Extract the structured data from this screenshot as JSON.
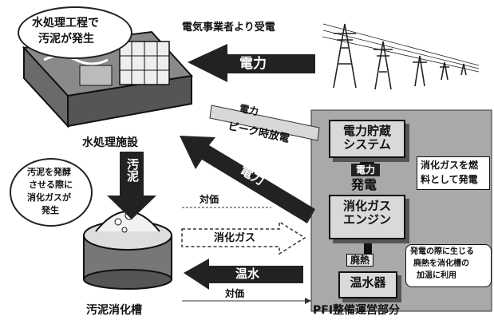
{
  "bubble_water": {
    "line1": "水処理工程で",
    "line2": "汚泥が発生"
  },
  "bubble_sludge": {
    "line1": "汚泥を発酵",
    "line2": "させる際に",
    "line3": "消化ガスが",
    "line4": "発生"
  },
  "label_power_receive": "電気事業者より受電",
  "label_water_facility": "水処理施設",
  "label_sludge_tank": "汚泥消化槽",
  "label_pfi": "PFI整備運営部分",
  "arrow_power_top": "電力",
  "arrow_peak_power": "電力",
  "label_peak": "ピーク時放電",
  "arrow_power_mid": "電力",
  "arrow_sludge": "汚泥",
  "label_cost1": "対価",
  "label_cost2": "対価",
  "arrow_gas": "消化ガス",
  "arrow_hotwater": "温水",
  "pfi": {
    "storage_line1": "電力貯蔵",
    "storage_line2": "システム",
    "power_tag": "電力",
    "generation": "発電",
    "engine_line1": "消化ガス",
    "engine_line2": "エンジン",
    "waste_heat": "廃熱",
    "boiler": "温水器"
  },
  "callout_gas": {
    "line1": "消化ガスを燃",
    "line2": "料として発電"
  },
  "callout_heat": {
    "line1": "発電の際に生じる",
    "line2": "廃熱を消化槽の",
    "line3": "加温に利用"
  }
}
